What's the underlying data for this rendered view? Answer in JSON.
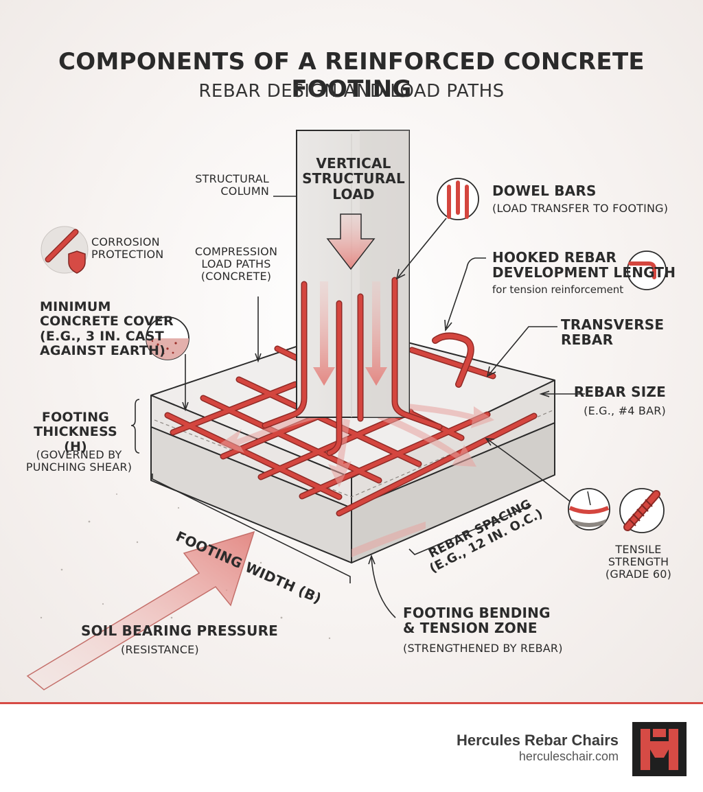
{
  "header": {
    "title": "COMPONENTS OF A REINFORCED CONCRETE FOOTING",
    "subtitle": "REBAR DESIGN AND LOAD PATHS"
  },
  "labels": {
    "vertical_load": "VERTICAL\nSTRUCTURAL\nLOAD",
    "structural_column": "STRUCTURAL\nCOLUMN",
    "corrosion_protection": "CORROSION\nPROTECTION",
    "compression_paths": "COMPRESSION\nLOAD PATHS\n(CONCRETE)",
    "min_cover_title": "MINIMUM\nCONCRETE COVER\n(E.G., 3 IN. CAST\nAGAINST EARTH)",
    "footing_thickness_title": "FOOTING\nTHICKNESS (H)",
    "footing_thickness_note": "(GOVERNED BY\nPUNCHING SHEAR)",
    "footing_width": "FOOTING WIDTH (B)",
    "soil_pressure_title": "SOIL BEARING PRESSURE",
    "soil_pressure_note": "(RESISTANCE)",
    "dowel_bars_title": "DOWEL BARS",
    "dowel_bars_note": "(LOAD TRANSFER TO FOOTING)",
    "hooked_rebar_title": "HOOKED REBAR\nDEVELOPMENT LENGTH",
    "hooked_rebar_note": "for tension reinforcement",
    "transverse_rebar": "TRANSVERSE\nREBAR",
    "rebar_size_title": "REBAR SIZE",
    "rebar_size_note": "(E.G., #4 BAR)",
    "rebar_spacing": "REBAR SPACING\n(E.G., 12 IN. O.C.)",
    "tensile_strength": "TENSILE\nSTRENGTH\n(GRADE 60)",
    "bending_zone_title": "FOOTING BENDING\n& TENSION ZONE",
    "bending_zone_note": "(STRENGTHENED BY REBAR)"
  },
  "footer": {
    "brand_name": "Hercules Rebar Chairs",
    "brand_url": "herculeschair.com"
  },
  "colors": {
    "rebar": "#c9403b",
    "accent": "#d64b45",
    "concrete": "#e9e7e4",
    "outline": "#2b2b2b",
    "load_arrow": "#e8a29e"
  },
  "icons": [
    "shield-icon",
    "rebar-icon",
    "hook-icon",
    "dowel-bars-icon",
    "concrete-cover-icon",
    "deformed-rebar-icon",
    "rebar-section-icon",
    "hercules-logo-icon"
  ]
}
